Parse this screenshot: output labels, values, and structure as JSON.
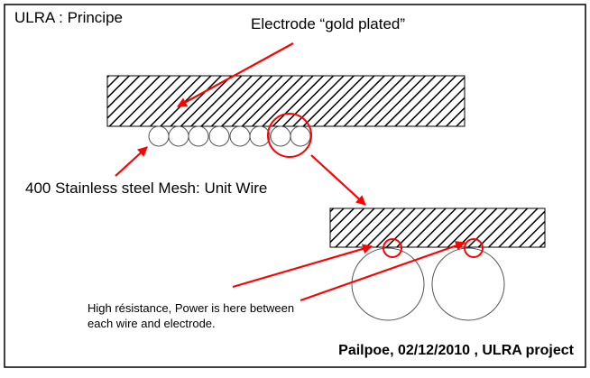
{
  "title": "ULRA : Principe",
  "electrode_label": "Electrode “gold plated”",
  "mesh_label": "400 Stainless steel Mesh: Unit Wire",
  "note_lines": [
    "High résistance, Power is here between",
    "each wire and electrode."
  ],
  "footer": "Pailpoe, 02/12/2010 , ULRA project",
  "colors": {
    "arrow": "#ff0000",
    "hatch": "#000000",
    "border": "#000000",
    "background": "#ffffff"
  }
}
